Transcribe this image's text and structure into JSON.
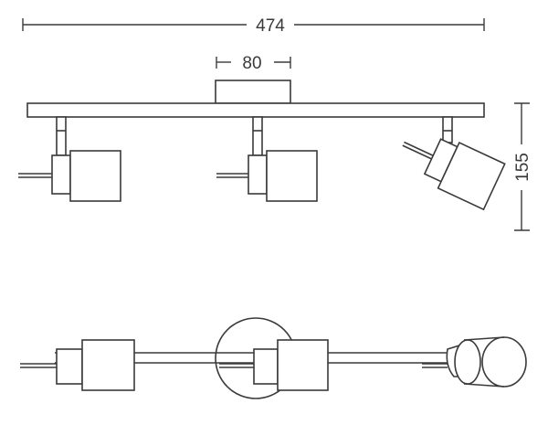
{
  "dimensions": {
    "width_label": "474",
    "plate_label": "80",
    "height_label": "155"
  },
  "colors": {
    "line": "#3a3a3a",
    "background": "#ffffff"
  }
}
